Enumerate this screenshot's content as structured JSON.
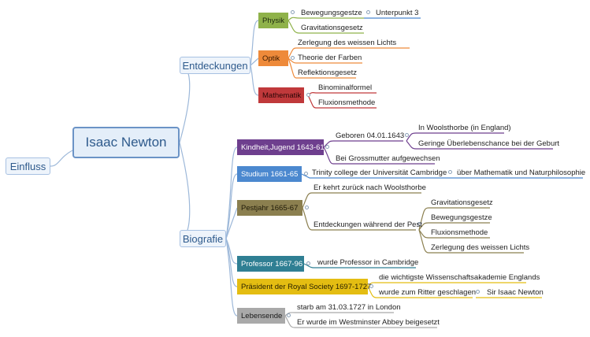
{
  "central": "Isaac Newton",
  "main": {
    "entdeckungen": "Entdeckungen",
    "biografie": "Biografie",
    "einfluss": "Einfluss"
  },
  "physik": {
    "label": "Physik",
    "leaves": [
      "Bewegungsgestze",
      "Gravitationsgesetz"
    ],
    "sub": "Unterpunkt 3"
  },
  "optik": {
    "label": "Optik",
    "leaves": [
      "Zerlegung des weissen Lichts",
      "Theorie der Farben",
      "Reflektionsgesetz"
    ]
  },
  "mathematik": {
    "label": "Mathematik",
    "leaves": [
      "Binominalformel",
      "Fluxionsmethode"
    ]
  },
  "kindheit": {
    "label": "Kindheit,Jugend 1643-61",
    "geboren": "Geboren 04.01.1643",
    "geboren_sub": [
      "In Woolsthorbe (in England)",
      "Geringe Überlebenschance bei der Geburt"
    ],
    "gross": "Bei Grossmutter aufgewechsen"
  },
  "studium": {
    "label": "Studium 1661-65",
    "leaf": "Trinity college der Universität Cambridge",
    "sub": "über Mathematik und Naturphilosophie"
  },
  "pestjahr": {
    "label": "Pestjahr 1665-67",
    "leaf1": "Er kehrt zurück nach Woolsthorbe",
    "leaf2": "Entdeckungen während der Pest",
    "subs": [
      "Gravitationsgesetz",
      "Bewegungsgestze",
      "Fluxionsmethode",
      "Zerlegung des weissen Lichts"
    ]
  },
  "professor": {
    "label": "Professor 1667-96",
    "leaf": "wurde Professor in Cambridge"
  },
  "praesident": {
    "label": "Präsident der Royal Society 1697-1727",
    "leaf1": "die wichtigste Wissenschaftsakademie Englands",
    "leaf2": "wurde zum Ritter geschlagen",
    "sub": "Sir Isaac Newton"
  },
  "lebensende": {
    "label": "Lebensende",
    "leaves": [
      "starb am 31.03.1727 in London",
      "Er wurde im Westminster Abbey beigesetzt"
    ]
  },
  "colors": {
    "physik": "#8fb24a",
    "optik": "#ee8a3a",
    "mathematik": "#c0393b",
    "kindheit": "#6e3f8e",
    "studium": "#4b88cf",
    "pestjahr": "#8b7f4f",
    "professor": "#2f7f93",
    "praesident": "#e4bd12",
    "lebensende": "#a9a9a9"
  }
}
